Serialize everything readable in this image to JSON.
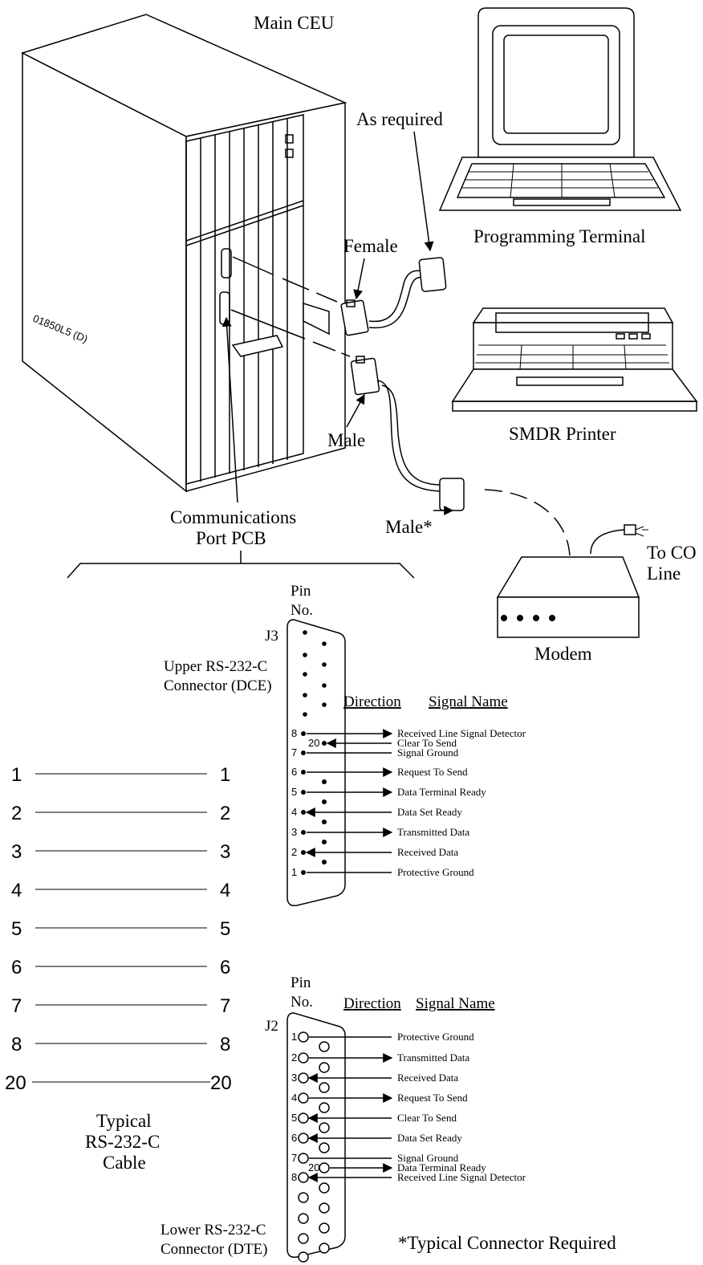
{
  "labels": {
    "main_ceu": "Main CEU",
    "as_required": "As required",
    "programming_terminal": "Programming Terminal",
    "female": "Female",
    "smdr_printer": "SMDR Printer",
    "male": "Male",
    "male_star": "Male*",
    "comm_port_pcb_1": "Communications",
    "comm_port_pcb_2": "Port PCB",
    "to_co_1": "To CO",
    "to_co_2": "Line",
    "modem": "Modem",
    "figure_code": "01850L5 (D)",
    "typical_cable_1": "Typical",
    "typical_cable_2": "RS-232-C",
    "typical_cable_3": "Cable",
    "footnote": "*Typical Connector Required"
  },
  "j3": {
    "pin_no_1": "Pin",
    "pin_no_2": "No.",
    "id": "J3",
    "desc_1": "Upper RS-232-C",
    "desc_2": "Connector (DCE)",
    "direction_header": "Direction",
    "signal_header": "Signal Name",
    "pins": [
      {
        "pin": "8",
        "signal": "Received Line Signal Detector",
        "dir": "out"
      },
      {
        "pin": "20",
        "signal": "Clear To Send",
        "dir": "in"
      },
      {
        "pin": "7",
        "signal": "Signal Ground",
        "dir": "none"
      },
      {
        "pin": "6",
        "signal": "Request To Send",
        "dir": "out"
      },
      {
        "pin": "5",
        "signal": "Data Terminal Ready",
        "dir": "out"
      },
      {
        "pin": "4",
        "signal": "Data Set Ready",
        "dir": "in"
      },
      {
        "pin": "3",
        "signal": "Transmitted Data",
        "dir": "out"
      },
      {
        "pin": "2",
        "signal": "Received Data",
        "dir": "in"
      },
      {
        "pin": "1",
        "signal": "Protective Ground",
        "dir": "none"
      }
    ]
  },
  "j2": {
    "pin_no_1": "Pin",
    "pin_no_2": "No.",
    "id": "J2",
    "desc_1": "Lower RS-232-C",
    "desc_2": "Connector (DTE)",
    "direction_header": "Direction",
    "signal_header": "Signal Name",
    "pins": [
      {
        "pin": "1",
        "signal": "Protective Ground",
        "dir": "none"
      },
      {
        "pin": "2",
        "signal": "Transmitted Data",
        "dir": "out"
      },
      {
        "pin": "3",
        "signal": "Received Data",
        "dir": "in"
      },
      {
        "pin": "4",
        "signal": "Request To Send",
        "dir": "out"
      },
      {
        "pin": "5",
        "signal": "Clear To Send",
        "dir": "in"
      },
      {
        "pin": "6",
        "signal": "Data Set Ready",
        "dir": "in"
      },
      {
        "pin": "7",
        "signal": "Signal Ground",
        "dir": "none"
      },
      {
        "pin": "20",
        "signal": "Data Terminal Ready",
        "dir": "out"
      },
      {
        "pin": "8",
        "signal": "Received Line Signal Detector",
        "dir": "in"
      }
    ]
  },
  "cable_pins": [
    "1",
    "2",
    "3",
    "4",
    "5",
    "6",
    "7",
    "8",
    "20"
  ]
}
